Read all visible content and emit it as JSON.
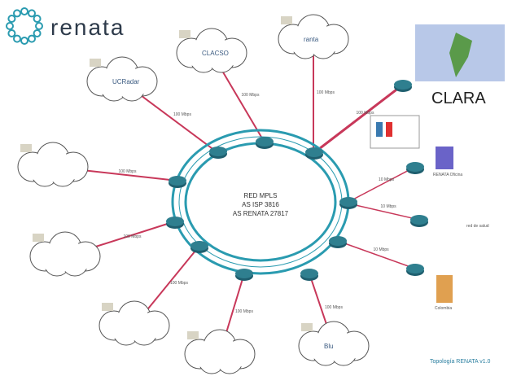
{
  "brand": {
    "name": "RENATA",
    "partner": "CLARA"
  },
  "core": {
    "lines": [
      "RED MPLS",
      "AS ISP 3816",
      "AS RENATA 27817"
    ]
  },
  "clouds": [
    {
      "id": "ucradar",
      "label": "UCRadar",
      "link": "100 Mbps"
    },
    {
      "id": "clacso",
      "label": "CLACSO",
      "link": "100 Mbps"
    },
    {
      "id": "ranta",
      "label": "ranta",
      "link": "100 Mbps"
    },
    {
      "id": "left-logo",
      "label": "",
      "link": "100 Mbps"
    },
    {
      "id": "waves",
      "label": "",
      "link": "100 Mbps"
    },
    {
      "id": "bottom-left",
      "label": "",
      "link": "100 Mbps"
    },
    {
      "id": "bottom",
      "label": "",
      "link": "100 Mbps"
    },
    {
      "id": "blu",
      "label": "Blu",
      "link": "100 Mbps"
    }
  ],
  "right_nodes": [
    {
      "id": "clara",
      "label": "",
      "link": "100 Mbps"
    },
    {
      "id": "renata-oficina",
      "label": "RENATA Oficina",
      "link": "10 Mbps"
    },
    {
      "id": "red-salud",
      "label": "red de salud",
      "link": "10 Mbps"
    },
    {
      "id": "colombia",
      "label": "Colombia",
      "link": "10 Mbps"
    }
  ],
  "footer": "Topología RENATA v1.0",
  "colors": {
    "link": "#c8385a",
    "ring": "#2a9bb0",
    "router": "#2f7f8f"
  }
}
